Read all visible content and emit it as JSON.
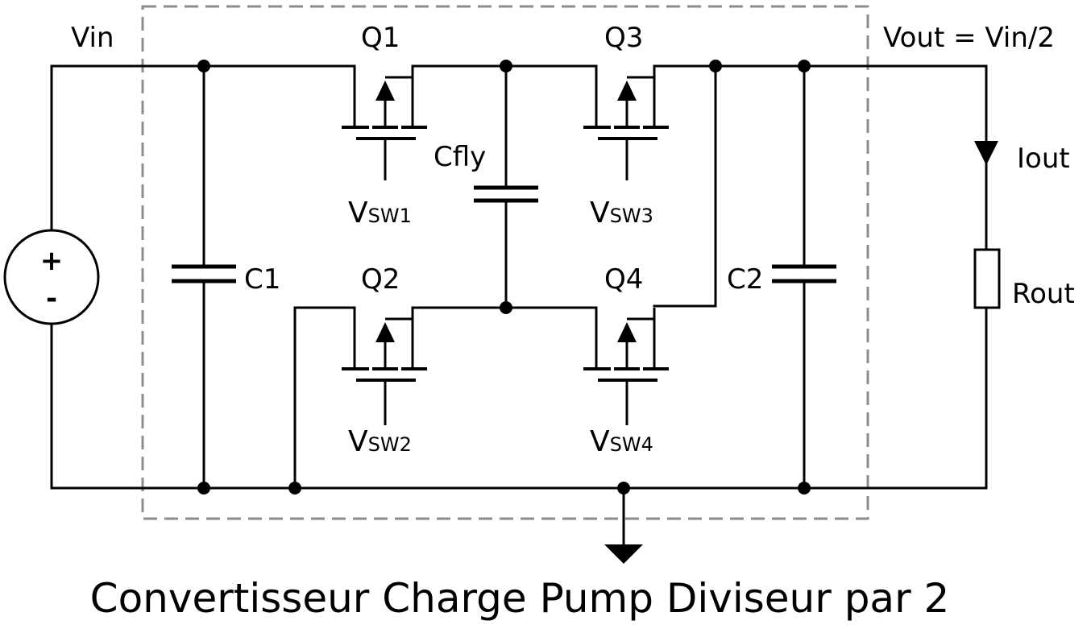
{
  "labels": {
    "vin": "Vin",
    "vout": "Vout = Vin/2",
    "iout": "Iout",
    "rout": "Rout",
    "c1": "C1",
    "c2": "C2",
    "cfly": "Cfly",
    "q1": "Q1",
    "q2": "Q2",
    "q3": "Q3",
    "q4": "Q4",
    "source_plus": "+",
    "source_minus": "-"
  },
  "switch_signals": {
    "vsw1": {
      "main": "V",
      "sub": "SW1"
    },
    "vsw2": {
      "main": "V",
      "sub": "SW2"
    },
    "vsw3": {
      "main": "V",
      "sub": "SW3"
    },
    "vsw4": {
      "main": "V",
      "sub": "SW4"
    }
  },
  "title": "Convertisseur Charge Pump Diviseur par 2",
  "colors": {
    "wire": "#000000",
    "boundary": "#8c8c8c",
    "background": "#ffffff"
  }
}
